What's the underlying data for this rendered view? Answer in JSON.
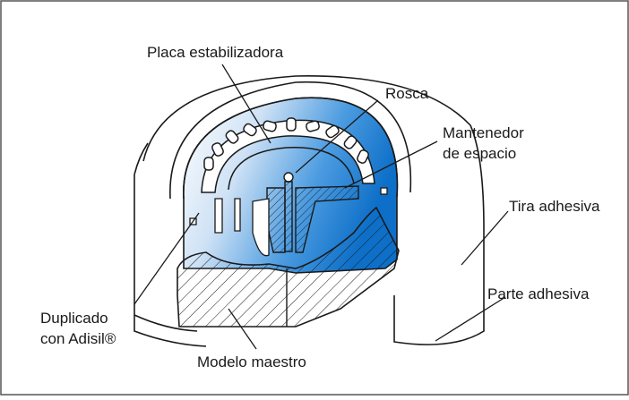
{
  "diagram": {
    "labels": {
      "stabilizer_plate": "Placa estabilizadora",
      "thread": "Rosca",
      "space_maintainer_line1": "Mantenedor",
      "space_maintainer_line2": "de espacio",
      "adhesive_strip": "Tira adhesiva",
      "adhesive_part": "Parte adhesiva",
      "duplicate_line1": "Duplicado",
      "duplicate_line2": "con Adisil®",
      "master_model": "Modelo maestro"
    },
    "colors": {
      "silicone_blue": "#1a7fd0",
      "outline": "#1a1a1a",
      "border": "#555555"
    }
  }
}
